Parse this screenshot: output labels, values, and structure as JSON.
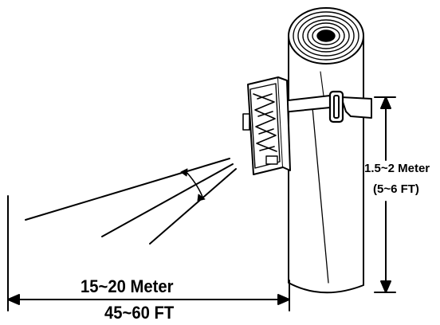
{
  "labels": {
    "mount_height_meters": "1.5~2 Meter",
    "mount_height_feet": "(5~6 FT)",
    "detection_distance_meters": "15~20 Meter",
    "detection_distance_feet": "45~60 FT"
  },
  "colors": {
    "line": "#000000",
    "background": "#ffffff"
  },
  "icons": {
    "tree": "tree-trunk-illustration",
    "camera": "trail-camera-illustration",
    "strap": "mounting-strap-illustration"
  }
}
